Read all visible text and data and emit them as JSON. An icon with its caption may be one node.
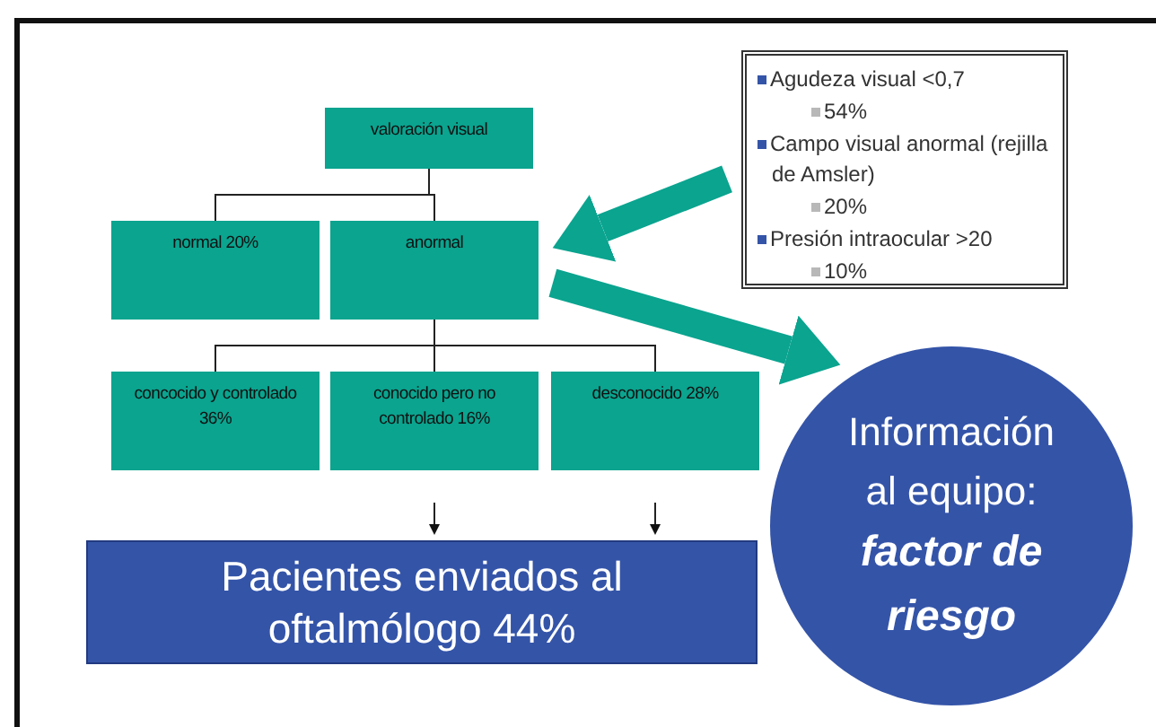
{
  "diagram": {
    "nodes": [
      {
        "text": [
          "valoración visual"
        ]
      },
      {
        "text": [
          "normal 20%"
        ]
      },
      {
        "text": [
          "anormal"
        ]
      },
      {
        "text": [
          "concocido y controlado 36%"
        ]
      },
      {
        "text": [
          "conocido pero no controlado 16%"
        ]
      },
      {
        "text": [
          "desconocido 28%"
        ]
      },
      {
        "text": [
          "Pacientes enviados al oftalmólogo 44%"
        ]
      },
      {
        "text": [
          "Información al equipo:",
          "factor de riesgo"
        ]
      },
      {
        "text": [
          "Agudeza visual <0,7",
          "54%",
          "Campo visual anormal (rejilla de Amsler)",
          "20%",
          "Presión intraocular >20",
          "10%"
        ]
      }
    ],
    "edges": [
      {
        "from": 0,
        "to": 1,
        "arrow": "none"
      },
      {
        "from": 0,
        "to": 2,
        "arrow": "none"
      },
      {
        "from": 2,
        "to": 3,
        "arrow": "none"
      },
      {
        "from": 2,
        "to": 4,
        "arrow": "none"
      },
      {
        "from": 2,
        "to": 5,
        "arrow": "none"
      },
      {
        "from": 4,
        "to": 6,
        "arrow": "to"
      },
      {
        "from": 5,
        "to": 6,
        "arrow": "to"
      },
      {
        "from": 8,
        "to": 2,
        "arrow": "to",
        "style": "thick",
        "color": "#0aa48f"
      },
      {
        "from": 2,
        "to": 7,
        "arrow": "to",
        "style": "thick",
        "color": "#0aa48f"
      }
    ]
  }
}
